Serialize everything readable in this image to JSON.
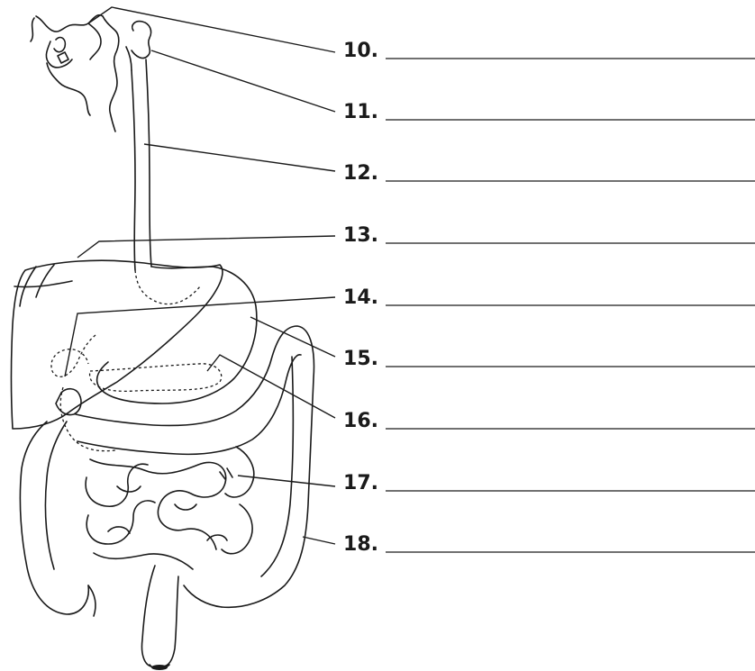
{
  "labels": [
    {
      "number": "10."
    },
    {
      "number": "11."
    },
    {
      "number": "12."
    },
    {
      "number": "13."
    },
    {
      "number": "14."
    },
    {
      "number": "15."
    },
    {
      "number": "16."
    },
    {
      "number": "17."
    },
    {
      "number": "18."
    }
  ],
  "colors": {
    "ink": "#1a1a1a",
    "background": "#ffffff"
  }
}
